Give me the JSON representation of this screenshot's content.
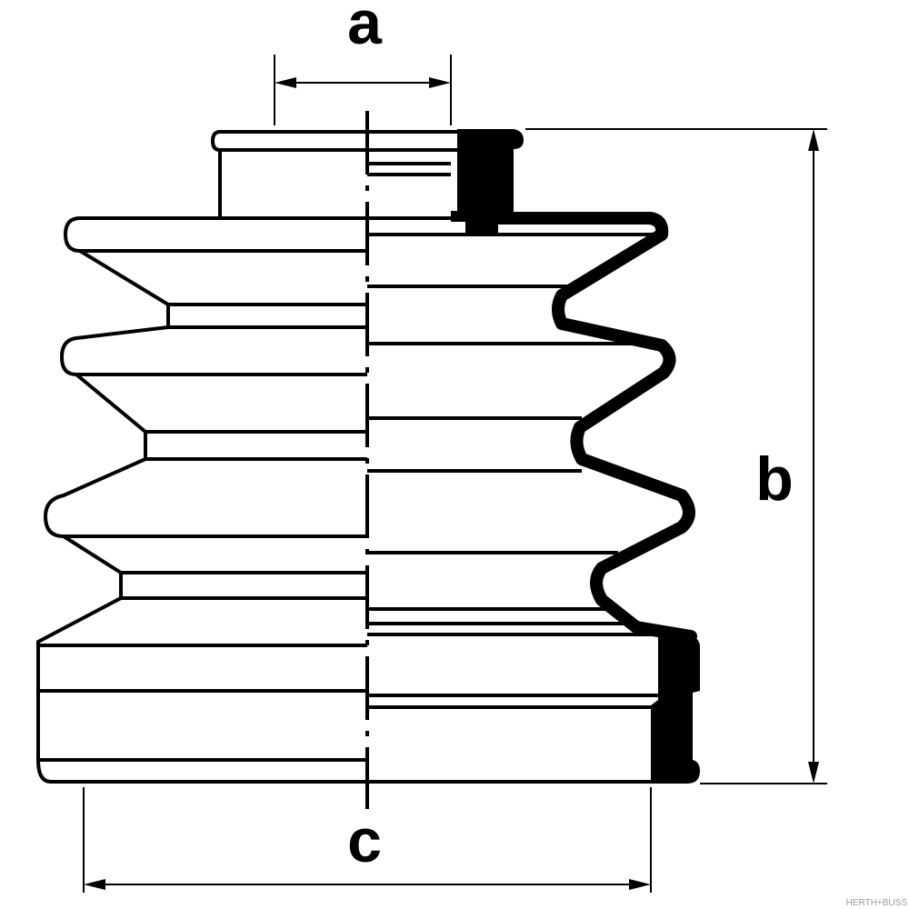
{
  "diagram": {
    "labels": {
      "a": "a",
      "b": "b",
      "c": "c"
    },
    "watermark": "HERTH+BUSS",
    "colors": {
      "line": "#000000",
      "fill": "#ffffff",
      "section": "#000000",
      "watermark": "#999999"
    }
  }
}
